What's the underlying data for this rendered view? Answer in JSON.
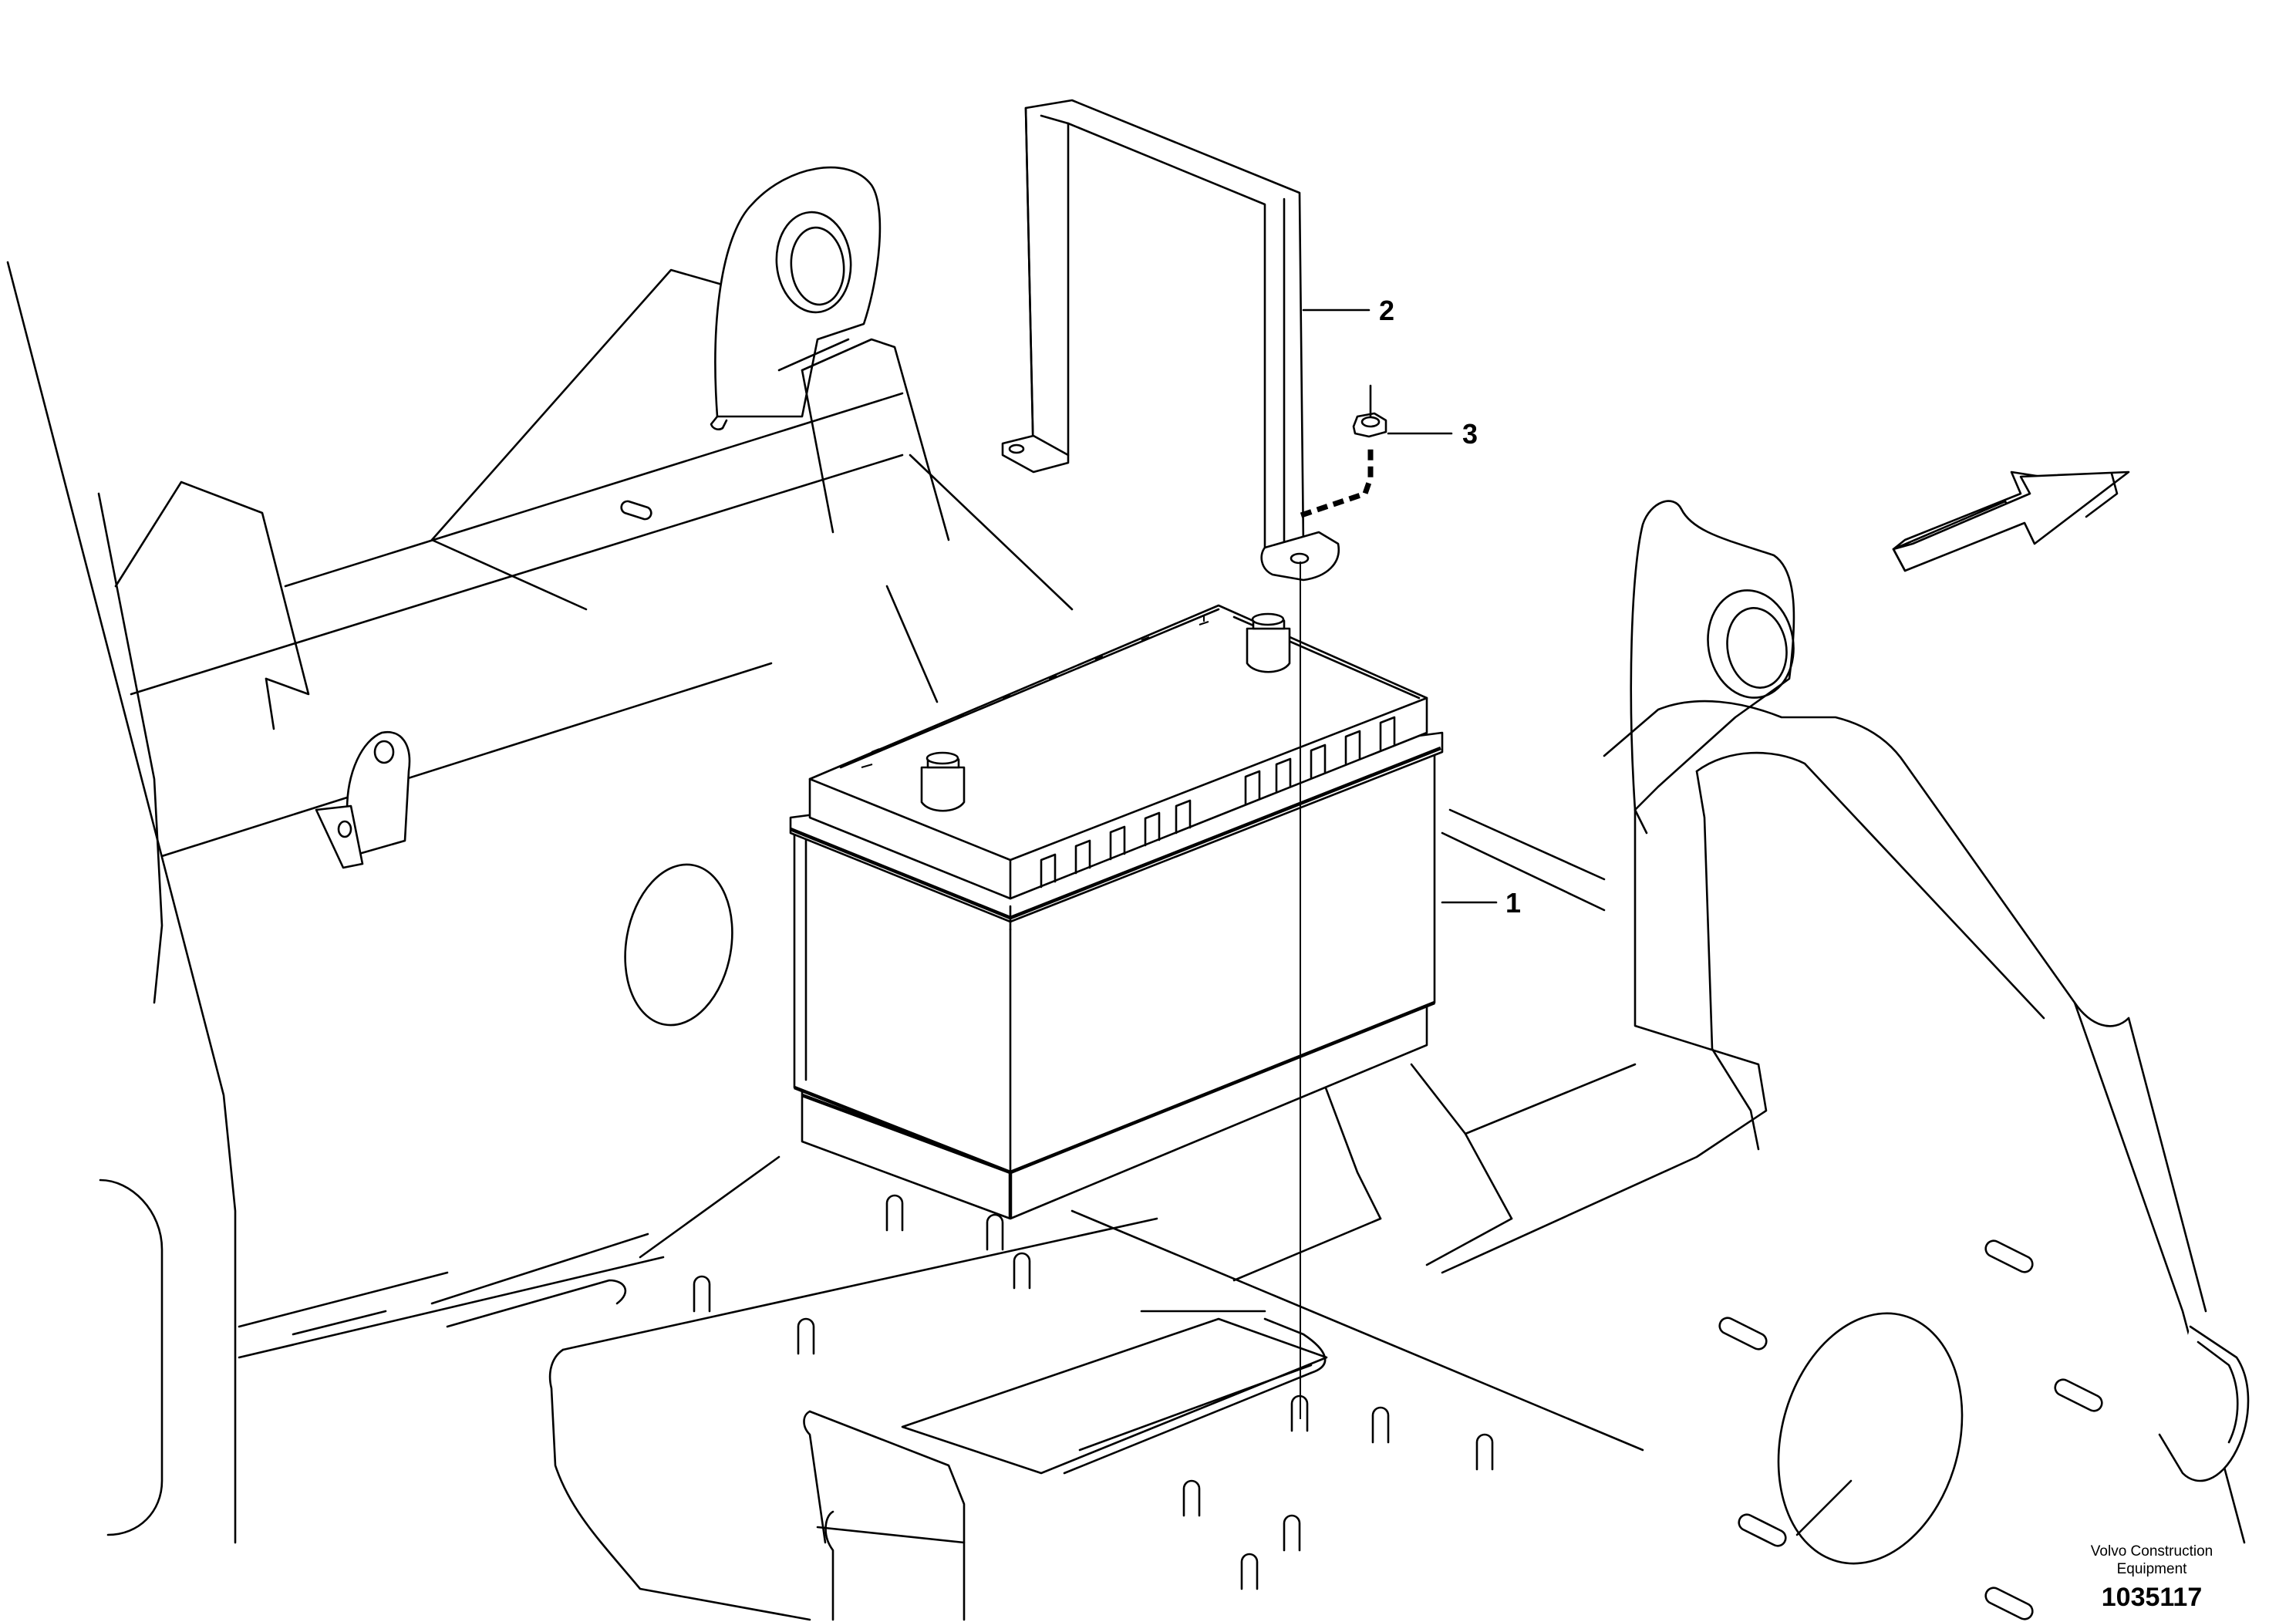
{
  "callouts": [
    {
      "number": "1",
      "part": "battery"
    },
    {
      "number": "2",
      "part": "battery-hold-down-bracket"
    },
    {
      "number": "3",
      "part": "nut"
    }
  ],
  "footer": {
    "brand_line1": "Volvo Construction",
    "brand_line2": "Equipment",
    "drawing_number": "1035117"
  },
  "direction_arrow": "forward-direction-arrow-icon"
}
